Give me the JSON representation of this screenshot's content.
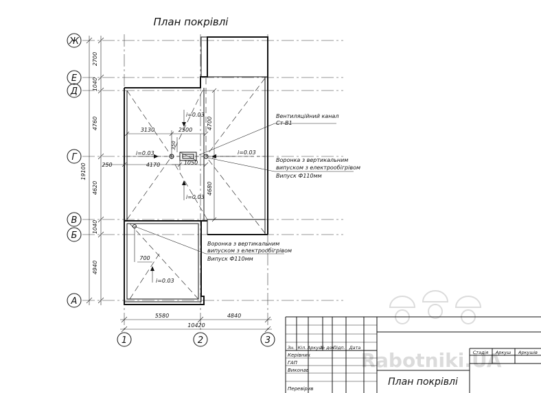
{
  "title": "План покрівлі",
  "axes": {
    "letters": [
      "Ж",
      "Е",
      "Д",
      "Г",
      "В",
      "Б",
      "А"
    ],
    "numbers": [
      "1",
      "2",
      "3"
    ]
  },
  "dims_vertical_inner": [
    "2700",
    "1040",
    "4760",
    "4620",
    "1040",
    "4940"
  ],
  "dim_vertical_total": "19100",
  "dims_horizontal": {
    "seg1": "5580",
    "seg2": "4840",
    "total": "10420"
  },
  "plan_dims": {
    "d3130": "3130",
    "d2500": "2500",
    "d350": "350",
    "d250": "250",
    "d4170": "4170",
    "d1050": "1050",
    "d4700": "4700",
    "d4680": "4680",
    "d700": "700"
  },
  "slopes": {
    "s1": "i=0.03",
    "s2": "i=0.03",
    "s3": "i=0.03",
    "s4": "i=0.03",
    "s5": "i=0.03"
  },
  "callouts": {
    "vent_line1": "Вентиляційний канал",
    "vent_line2": "Ст-В1",
    "funnel1_line1": "Воронка з вертикальним",
    "funnel1_line2": "випуском з електрообігрівом",
    "funnel1_line3": "Випуск Ф110мм",
    "funnel2_line1": "Воронка з вертикальним",
    "funnel2_line2": "випуском з електрообігрівом",
    "funnel2_line3": "Випуск Ф110мм"
  },
  "title_block": {
    "col_headers": [
      "Зн.",
      "Кіл.",
      "Аркуш",
      "№ док.",
      "Підп.",
      "Дата"
    ],
    "row_labels": [
      "Керівник",
      "ГАП",
      "Виконав",
      "Перевірив"
    ],
    "stage_header": "Стадія",
    "sheet_header": "Аркуш",
    "sheets_header": "Аркушів",
    "sheet_title": "План покрівлі"
  },
  "watermark": "Rabotniki.UA"
}
